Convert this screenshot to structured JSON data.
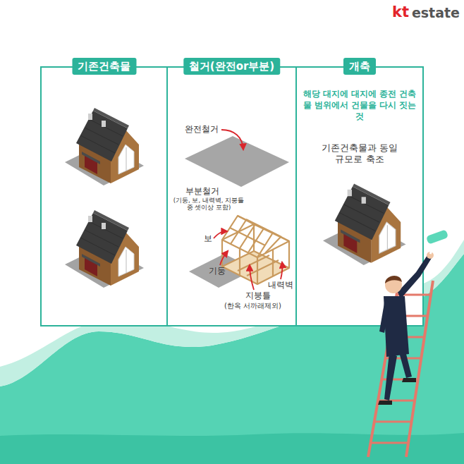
{
  "diagram": {
    "nodes": [
      {
        "text": [
          "기존건축물"
        ]
      },
      {
        "text": [
          "철거(완전or부분)"
        ]
      },
      {
        "text": [
          "개축",
          "해당 대지에 대지에 종전 건축물 범위에서 건물을 다시 짓는 것"
        ]
      }
    ],
    "labels": [
      "kt",
      "estate",
      "완전철거",
      "부분철거",
      "(기둥, 보, 내력벽, 지붕틀 중 셋이상 포함)",
      "보",
      "기둥",
      "지붕틀",
      "(한옥 서까래제외)",
      "내력벽",
      "기존건축물과 동일규모로 축조"
    ]
  }
}
